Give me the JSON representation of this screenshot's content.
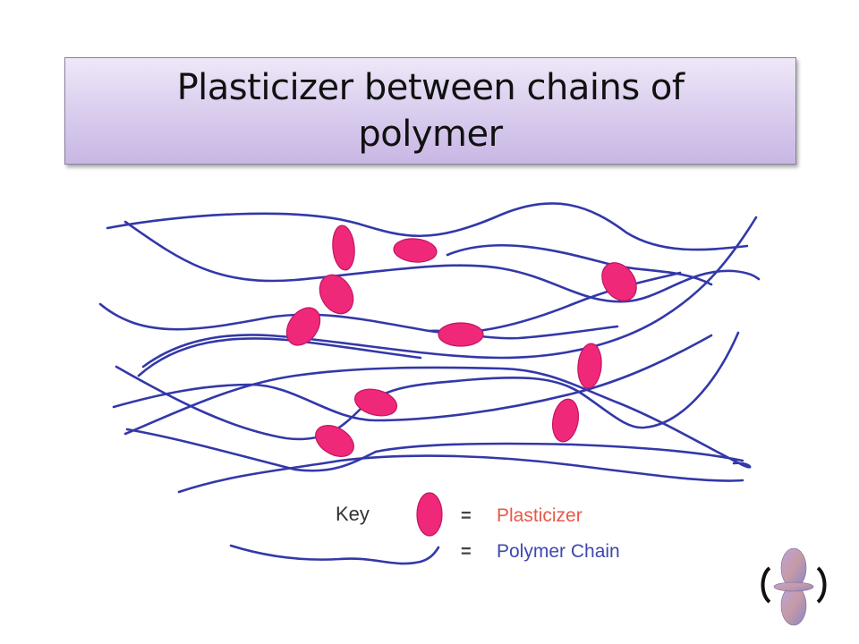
{
  "slide": {
    "title": "Plasticizer between chains of polymer"
  },
  "diagram": {
    "chain_color": "#3338a8",
    "plasticizer_color": "#f0287a",
    "plasticizer_outline": "#c01660"
  },
  "key": {
    "label": "Key",
    "equals_1": "=",
    "equals_2": "=",
    "plasticizer_label": "Plasticizer",
    "plasticizer_label_color": "#e8584a",
    "polymer_label": "Polymer Chain",
    "polymer_label_color": "#3e47b0"
  },
  "logo": {
    "icon": "orbital-logo-icon"
  }
}
